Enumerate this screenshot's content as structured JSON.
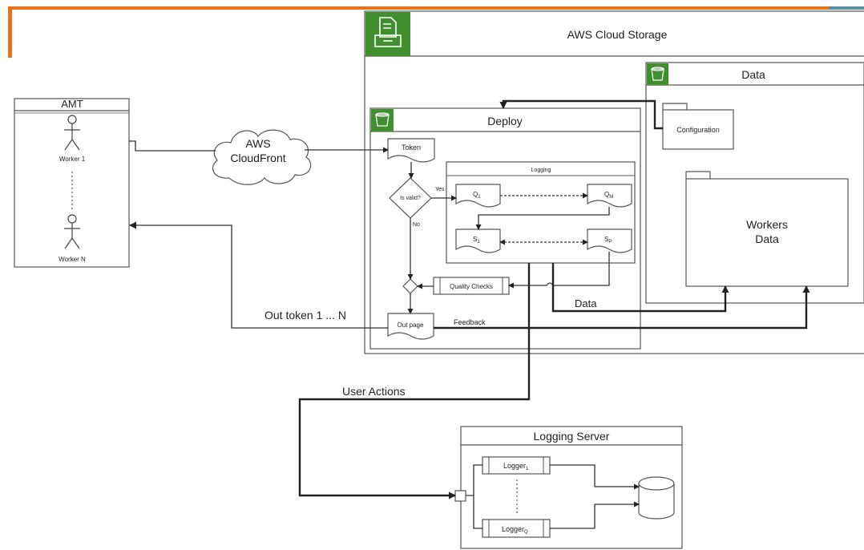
{
  "colors": {
    "accent_orange": "#e8731a",
    "accent_teal": "#5b8fa3",
    "aws_green": "#3f8f2f"
  },
  "aws": {
    "title": "AWS Cloud Storage",
    "icon": "storage-file-icon"
  },
  "amt": {
    "title": "AMT",
    "worker_first": "Worker 1",
    "worker_last": "Worker N"
  },
  "cloudfront": {
    "line1": "AWS",
    "line2": "CloudFront"
  },
  "deploy": {
    "title": "Deploy",
    "token": "Token",
    "decision": "Is valid?",
    "yes": "Yes",
    "no": "No",
    "logging_title": "Logging",
    "q_first": {
      "base": "Q",
      "sub": "1"
    },
    "q_last": {
      "base": "Q",
      "sub": "M"
    },
    "s_first": {
      "base": "S",
      "sub": "1"
    },
    "s_last": {
      "base": "S",
      "sub": "P"
    },
    "quality_checks": "Quality Checks",
    "out_page": "Out page"
  },
  "data_panel": {
    "title": "Data",
    "configuration": "Configuration",
    "workers_line1": "Workers",
    "workers_line2": "Data"
  },
  "edge_labels": {
    "data": "Data",
    "feedback": "Feedback",
    "out_token": "Out token 1 ... N",
    "user_actions": "User Actions"
  },
  "logging_server": {
    "title": "Logging Server",
    "logger_first": {
      "base": "Logger",
      "sub": "1"
    },
    "logger_last": {
      "base": "Logger",
      "sub": "Q"
    }
  }
}
